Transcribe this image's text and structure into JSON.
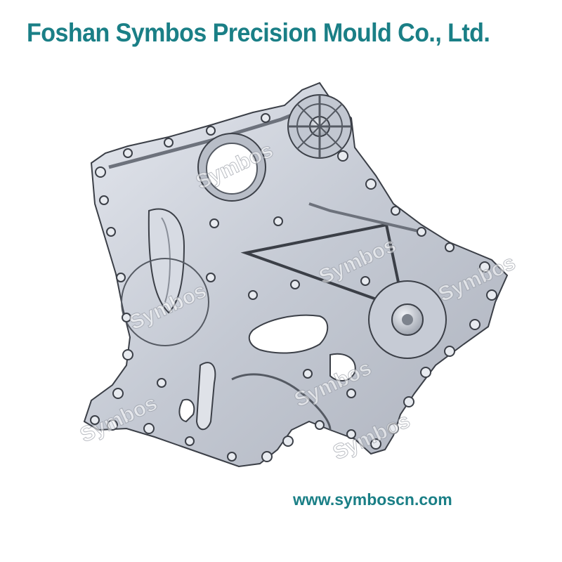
{
  "header": {
    "company_name": "Foshan Symbos Precision Mould Co., Ltd."
  },
  "footer": {
    "website": "www.symboscn.com"
  },
  "product_image": {
    "watermark_text": "Symbos"
  },
  "colors": {
    "brand_teal": "#1a7f86",
    "part_body": "#c9cdd6",
    "part_edge": "#3b3f47",
    "background": "#ffffff"
  }
}
